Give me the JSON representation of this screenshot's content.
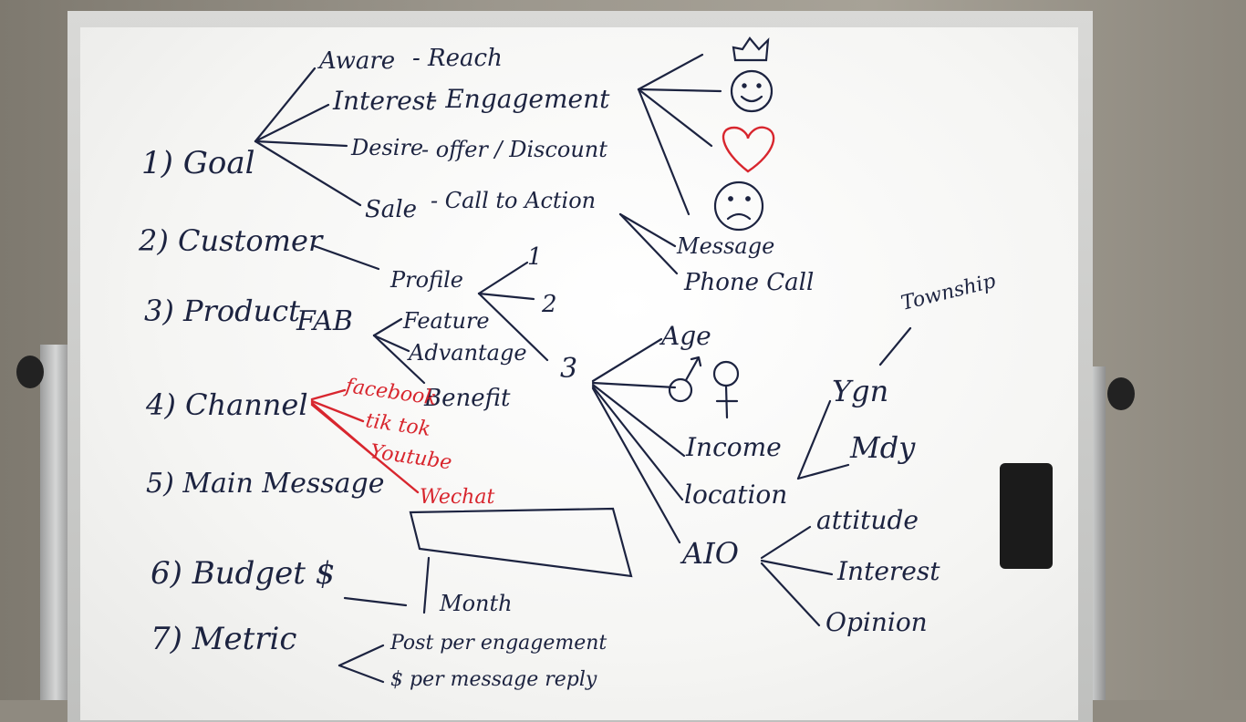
{
  "board": {
    "items": [
      {
        "label": "1) Goal"
      },
      {
        "label": "2) Customer"
      },
      {
        "label": "3) Product"
      },
      {
        "label": "4) Channel"
      },
      {
        "label": "5) Main Message"
      },
      {
        "label": "6) Budget $"
      },
      {
        "label": "7) Metric"
      }
    ],
    "goal_branches": [
      {
        "stage": "Aware",
        "result": "- Reach"
      },
      {
        "stage": "Interest",
        "result": "- Engagement"
      },
      {
        "stage": "Desire",
        "result": "- offer / Discount"
      },
      {
        "stage": "Sale",
        "result": "- Call to Action"
      }
    ],
    "cta_branches": [
      "Message",
      "Phone Call"
    ],
    "product_fab": {
      "label": "FAB",
      "parts": [
        "Feature",
        "Advantage",
        "Benefit"
      ]
    },
    "profile": {
      "label": "Profile",
      "numbers": [
        "1",
        "2",
        "3"
      ],
      "details": [
        "Age",
        "Income",
        "location",
        "AIO"
      ],
      "locations": [
        "Ygn",
        "Mdy"
      ],
      "township": "Township",
      "aio": [
        "attitude",
        "Interest",
        "Opinion"
      ]
    },
    "channels": [
      "facebook",
      "tik tok",
      "Youtube",
      "Wechat"
    ],
    "budget_period": "Month",
    "metrics": [
      "Post per engagement",
      "$ per message reply"
    ],
    "colors": {
      "ink": "#1c2340",
      "red": "#d8262e"
    }
  }
}
